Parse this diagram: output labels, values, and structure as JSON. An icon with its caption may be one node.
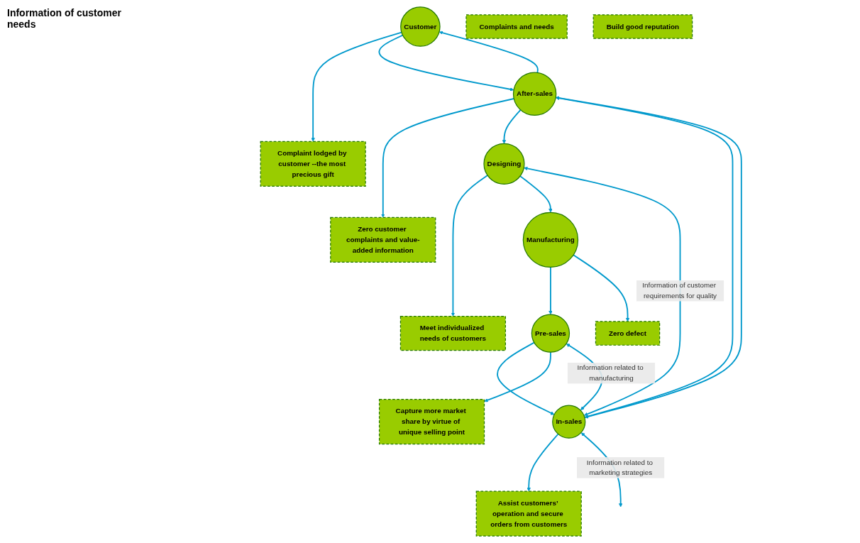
{
  "diagram": {
    "nodes": [
      {
        "text": [
          "Customer"
        ]
      },
      {
        "text": [
          "Complaint lodged by customer --the most precious gift"
        ]
      },
      {
        "text": [
          "Complaints and needs"
        ]
      },
      {
        "text": [
          "Build good reputation"
        ]
      },
      {
        "text": [
          "After-sales"
        ]
      },
      {
        "text": [
          "Zero customer complaints and value-added information"
        ]
      },
      {
        "text": [
          "Assist customers’ operation and secure orders from customers"
        ]
      },
      {
        "text": [
          "Meet individualized needs of customers"
        ]
      },
      {
        "text": [
          "In-sales"
        ]
      },
      {
        "text": [
          "Designing"
        ]
      },
      {
        "text": [
          "Capture more market share by virtue of unique selling point"
        ]
      },
      {
        "text": [
          "Zero defect"
        ]
      },
      {
        "text": [
          "Pre-sales"
        ]
      },
      {
        "text": [
          "Manufacturing"
        ]
      }
    ],
    "edges": [
      {
        "from": 0,
        "to": 1,
        "arrow": "to"
      },
      {
        "from": 0,
        "to": 4,
        "arrow": "to"
      },
      {
        "from": 4,
        "to": 0,
        "arrow": "to"
      },
      {
        "from": 4,
        "to": 5,
        "arrow": "to"
      },
      {
        "from": 4,
        "to": 9,
        "arrow": "to"
      },
      {
        "from": 9,
        "to": 7,
        "arrow": "to"
      },
      {
        "from": 9,
        "to": 13,
        "arrow": "to"
      },
      {
        "from": 13,
        "to": 12,
        "arrow": "to"
      },
      {
        "from": 13,
        "to": 11,
        "arrow": "to"
      },
      {
        "from": 12,
        "to": 8,
        "arrow": "to"
      },
      {
        "from": 12,
        "to": 10,
        "arrow": "to"
      },
      {
        "from": 8,
        "to": 4,
        "arrow": "to"
      },
      {
        "from": 8,
        "to": 6,
        "arrow": "to"
      },
      {
        "from": 8,
        "to": 4,
        "arrow": "both"
      },
      {
        "from": 8,
        "to": 9,
        "arrow": "both",
        "label": "Information of customer requirements for quality"
      },
      {
        "from": 8,
        "to": null,
        "arrow": "both",
        "label": "Information related to marketing strategies"
      },
      {
        "from": 8,
        "to": 12,
        "arrow": "both",
        "label": "Information related to manufacturing"
      }
    ],
    "labels": [
      "Information of customer needs"
    ]
  }
}
